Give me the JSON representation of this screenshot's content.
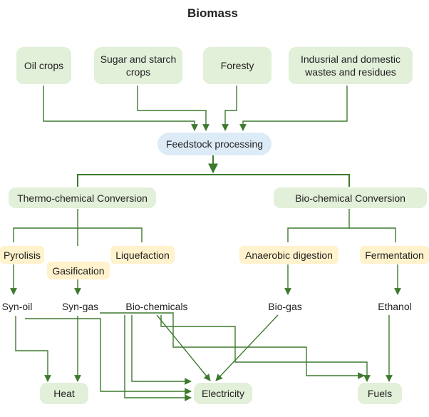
{
  "title": "Biomass",
  "colors": {
    "wire": "#3d7a2e",
    "green_box": "#e2efd9",
    "blue_box": "#ddebf7",
    "yellow_box": "#fff2cc"
  },
  "nodes": {
    "oil_crops": "Oil crops",
    "sugar_starch": "Sugar and starch crops",
    "forestry": "Foresty",
    "wastes": "Indusrial and domestic wastes and residues",
    "feedstock": "Feedstock processing",
    "thermo": "Thermo-chemical Conversion",
    "bio": "Bio-chemical Conversion",
    "pyrolisis": "Pyrolisis",
    "gasification": "Gasification",
    "liquefaction": "Liquefaction",
    "anaerobic": "Anaerobic digestion",
    "fermentation": "Fermentation",
    "syn_oil": "Syn-oil",
    "syn_gas": "Syn-gas",
    "bio_chemicals": "Bio-chemicals",
    "bio_gas": "Bio-gas",
    "ethanol": "Ethanol",
    "heat": "Heat",
    "electricity": "Electricity",
    "fuels": "Fuels"
  }
}
